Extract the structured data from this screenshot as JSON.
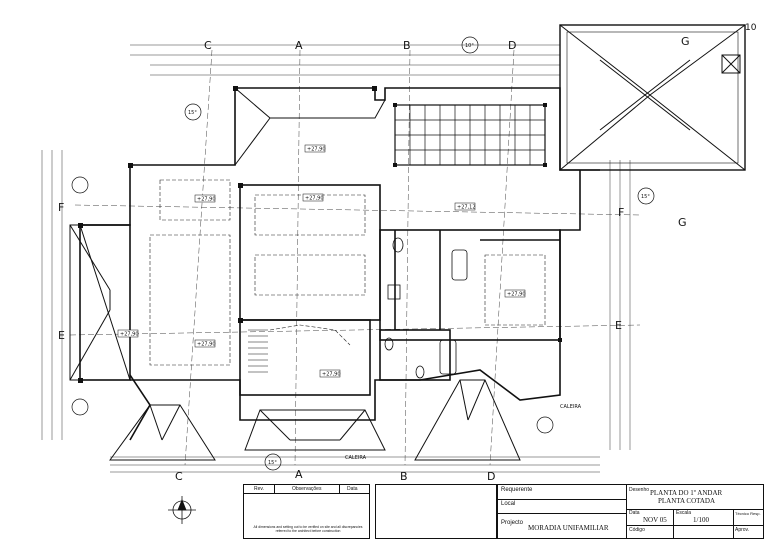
{
  "axis_markers": {
    "top": [
      "C",
      "A",
      "B",
      "D",
      "G"
    ],
    "bottom": [
      "C",
      "A",
      "B",
      "D"
    ],
    "left": [
      "F",
      "E"
    ],
    "right": [
      "F",
      "E",
      "G"
    ]
  },
  "levels": [
    "+27,90",
    "+27,90",
    "+27,90",
    "+27,90",
    "+27,12",
    "+27,90",
    "+27,90",
    "+27,90"
  ],
  "angles": [
    "10°",
    "15°",
    "15°",
    "15°"
  ],
  "annotations": {
    "caleira_right": "CALEIRA",
    "caleira_bottom": "CALEIRA",
    "corner_note": "10"
  },
  "revision_table": {
    "col_rev": "Rev.",
    "col_obs": "Observações",
    "col_date": "Data",
    "footnote": "All dimensions and setting out to be verified on site and all discrepancies referred to the architect before construction"
  },
  "title_block": {
    "requerente_label": "Requerente",
    "local_label": "Local",
    "projecto_label": "Projecto",
    "projecto_value": "MORADIA UNIFAMILIAR",
    "desenho_label": "Desenho",
    "title_line1": "PLANTA DO 1º ANDAR",
    "title_line2": "PLANTA COTADA",
    "data_label": "Data",
    "data_value": "NOV 05",
    "escala_label": "Escala",
    "escala_value": "1/100",
    "tecnico_label": "Técnico Resp.",
    "codigo_label": "Código",
    "aprov_label": "Aprov."
  }
}
